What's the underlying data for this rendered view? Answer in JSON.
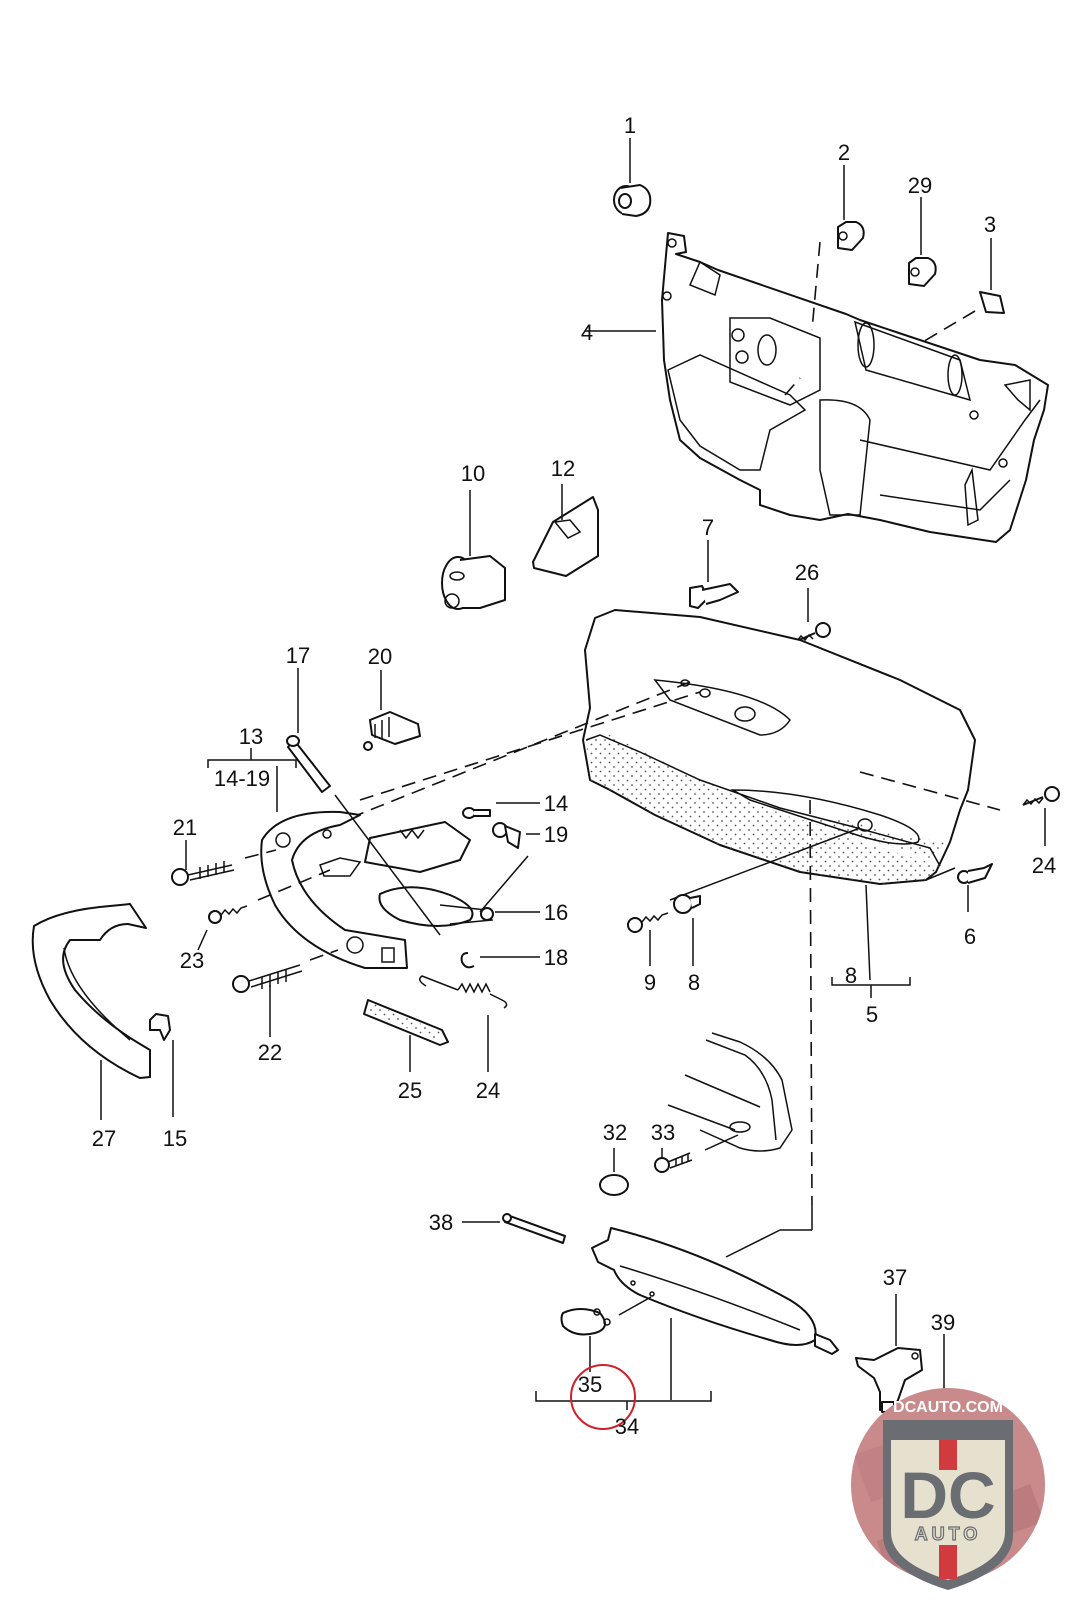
{
  "diagram": {
    "title": "Door trim panel exploded parts diagram",
    "labels": [
      {
        "id": "1",
        "text": "1"
      },
      {
        "id": "2",
        "text": "2"
      },
      {
        "id": "29",
        "text": "29"
      },
      {
        "id": "3",
        "text": "3"
      },
      {
        "id": "4",
        "text": "4"
      },
      {
        "id": "10",
        "text": "10"
      },
      {
        "id": "12",
        "text": "12"
      },
      {
        "id": "7",
        "text": "7"
      },
      {
        "id": "26",
        "text": "26"
      },
      {
        "id": "17",
        "text": "17"
      },
      {
        "id": "20",
        "text": "20"
      },
      {
        "id": "13",
        "text": "13"
      },
      {
        "id": "14-19",
        "text": "14-19"
      },
      {
        "id": "14",
        "text": "14"
      },
      {
        "id": "19",
        "text": "19"
      },
      {
        "id": "21",
        "text": "21"
      },
      {
        "id": "16",
        "text": "16"
      },
      {
        "id": "23",
        "text": "23"
      },
      {
        "id": "18",
        "text": "18"
      },
      {
        "id": "24a",
        "text": "24"
      },
      {
        "id": "6",
        "text": "6"
      },
      {
        "id": "9",
        "text": "9"
      },
      {
        "id": "8a",
        "text": "8"
      },
      {
        "id": "8b",
        "text": "8"
      },
      {
        "id": "5",
        "text": "5"
      },
      {
        "id": "22",
        "text": "22"
      },
      {
        "id": "25",
        "text": "25"
      },
      {
        "id": "24b",
        "text": "24"
      },
      {
        "id": "27",
        "text": "27"
      },
      {
        "id": "15",
        "text": "15"
      },
      {
        "id": "32",
        "text": "32"
      },
      {
        "id": "33",
        "text": "33"
      },
      {
        "id": "38",
        "text": "38"
      },
      {
        "id": "37",
        "text": "37"
      },
      {
        "id": "39",
        "text": "39"
      },
      {
        "id": "35",
        "text": "35"
      },
      {
        "id": "34",
        "text": "34"
      }
    ],
    "highlighted_part": "34",
    "highlight_color": "#d0202a"
  },
  "watermark": {
    "site": "DCAUTO.COM",
    "mark": "DC",
    "sub": "AUTO",
    "colors": {
      "circle": "#c97a7e",
      "shield": "#6a6e73",
      "field": "#e6e1cf",
      "stripe": "#d13a3e"
    }
  }
}
